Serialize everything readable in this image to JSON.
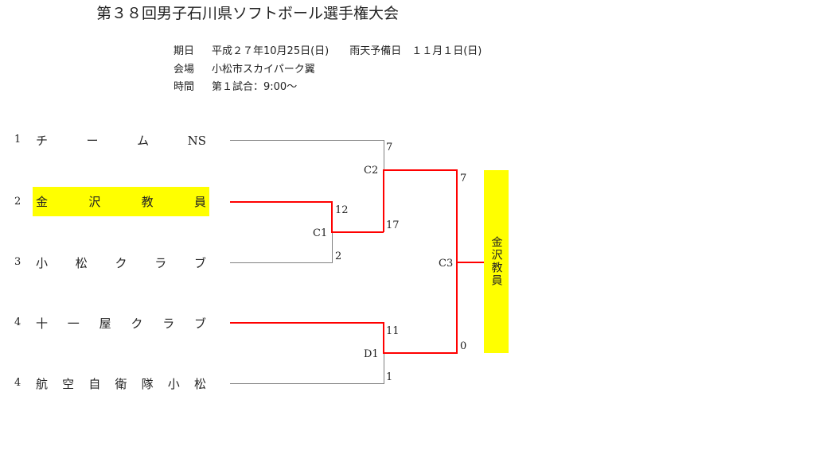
{
  "title": "第３８回男子石川県ソフトボール選手権大会",
  "info": {
    "date_label": "期日",
    "date_value": "平成２７年10月25日(日)　　雨天予備日　１１月１日(日)",
    "venue_label": "会場",
    "venue_value": "小松市スカイパーク翼",
    "time_label": "時間",
    "time_value": "第１試合：9:00～"
  },
  "teams": [
    {
      "seed": "1",
      "name": "チームNS"
    },
    {
      "seed": "2",
      "name": "金沢教員"
    },
    {
      "seed": "3",
      "name": "小松クラブ"
    },
    {
      "seed": "4",
      "name": "十一屋クラブ"
    },
    {
      "seed": "4",
      "name": "航空自衛隊小松"
    }
  ],
  "matches": {
    "C1": {
      "label": "C1",
      "top_score": "12",
      "bottom_score": "2"
    },
    "C2": {
      "label": "C2",
      "top_score": "7",
      "bottom_score": "17"
    },
    "D1": {
      "label": "D1",
      "top_score": "11",
      "bottom_score": "1"
    },
    "C3": {
      "label": "C3",
      "top_score": "7",
      "bottom_score": "0"
    }
  },
  "winner": "金沢教員",
  "colors": {
    "win_line": "#ff0000",
    "line": "#808080",
    "highlight": "#ffff00"
  }
}
